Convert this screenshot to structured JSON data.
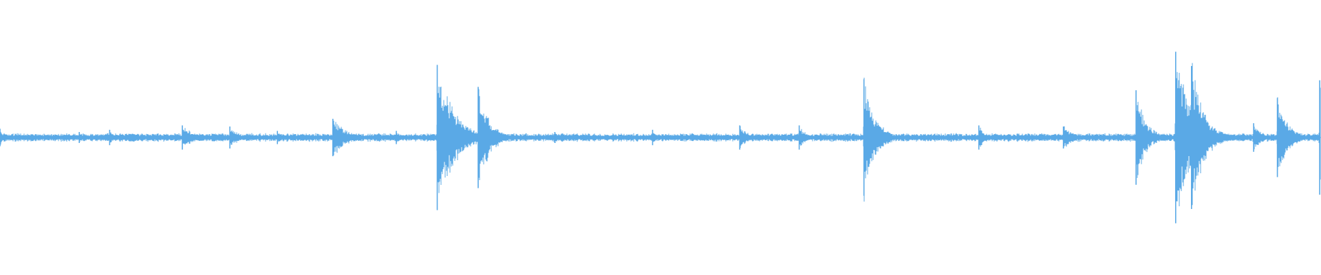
{
  "chart_data": {
    "type": "area",
    "title": "",
    "xlabel": "",
    "ylabel": "",
    "ylim": [
      -1,
      1
    ],
    "grid": false,
    "legend": "none",
    "colors": {
      "wave": "#5aa9e6",
      "background": "#ffffff"
    },
    "baseline_amplitude": 0.025,
    "transients": [
      {
        "x": 0.0,
        "amp": 0.08,
        "decay": 0.003
      },
      {
        "x": 0.06,
        "amp": 0.05,
        "decay": 0.002
      },
      {
        "x": 0.083,
        "amp": 0.07,
        "decay": 0.003
      },
      {
        "x": 0.138,
        "amp": 0.11,
        "decay": 0.008
      },
      {
        "x": 0.174,
        "amp": 0.1,
        "decay": 0.006
      },
      {
        "x": 0.21,
        "amp": 0.06,
        "decay": 0.003
      },
      {
        "x": 0.252,
        "amp": 0.17,
        "decay": 0.01
      },
      {
        "x": 0.3,
        "amp": 0.06,
        "decay": 0.004
      },
      {
        "x": 0.331,
        "amp": 0.66,
        "decay": 0.012
      },
      {
        "x": 0.362,
        "amp": 0.46,
        "decay": 0.008
      },
      {
        "x": 0.42,
        "amp": 0.05,
        "decay": 0.003
      },
      {
        "x": 0.494,
        "amp": 0.07,
        "decay": 0.004
      },
      {
        "x": 0.56,
        "amp": 0.11,
        "decay": 0.006
      },
      {
        "x": 0.605,
        "amp": 0.11,
        "decay": 0.005
      },
      {
        "x": 0.654,
        "amp": 0.53,
        "decay": 0.008
      },
      {
        "x": 0.741,
        "amp": 0.11,
        "decay": 0.005
      },
      {
        "x": 0.805,
        "amp": 0.1,
        "decay": 0.008
      },
      {
        "x": 0.86,
        "amp": 0.43,
        "decay": 0.007
      },
      {
        "x": 0.89,
        "amp": 0.78,
        "decay": 0.012
      },
      {
        "x": 0.902,
        "amp": 0.65,
        "decay": 0.009
      },
      {
        "x": 0.949,
        "amp": 0.13,
        "decay": 0.006
      },
      {
        "x": 0.967,
        "amp": 0.36,
        "decay": 0.008
      },
      {
        "x": 0.999,
        "amp": 0.52,
        "decay": 0.003
      }
    ]
  }
}
